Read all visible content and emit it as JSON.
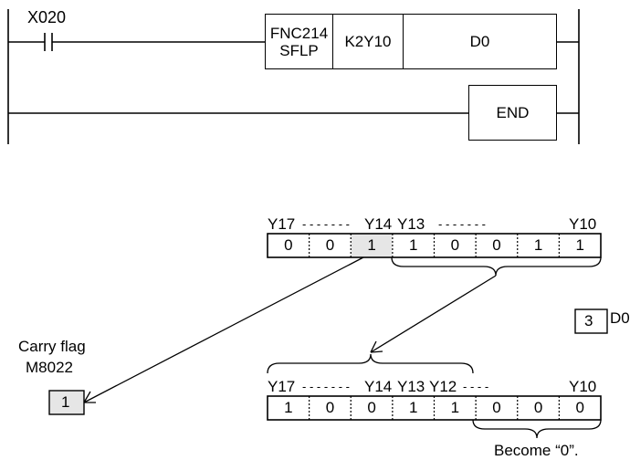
{
  "ladder": {
    "contact_label": "X020",
    "instr_name_line1": "FNC214",
    "instr_name_line2": "SFLP",
    "operand1": "K2Y10",
    "operand2": "D0",
    "end_label": "END"
  },
  "before": {
    "hdr_left": "Y17",
    "hdr_left_dash": "- - - - - - -",
    "hdr_mid1": "Y14",
    "hdr_mid2": "Y13",
    "hdr_right_dash": "- - - - - - -",
    "hdr_right": "Y10",
    "bits": [
      "0",
      "0",
      "1",
      "1",
      "0",
      "0",
      "1",
      "1"
    ],
    "highlighted_bit_index": 2
  },
  "d0": {
    "value": "3",
    "label": "D0"
  },
  "carry": {
    "label_line1": "Carry flag",
    "label_line2": "M8022",
    "value": "1"
  },
  "after": {
    "hdr_left": "Y17",
    "hdr_left_dash": "- - - - - - -",
    "hdr_mid1": "Y14",
    "hdr_mid2": "Y13",
    "hdr_mid3": "Y12",
    "hdr_right_dash": "- - - -",
    "hdr_right": "Y10",
    "bits": [
      "1",
      "0",
      "0",
      "1",
      "1",
      "0",
      "0",
      "0"
    ],
    "note": "Become “0”."
  }
}
